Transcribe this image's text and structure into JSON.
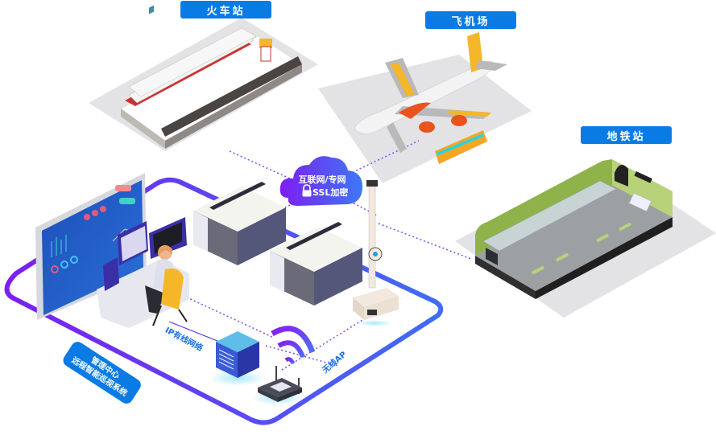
{
  "locations": {
    "train_station": "火车站",
    "airport": "飞机场",
    "metro_station": "地铁站"
  },
  "cloud": {
    "line1": "互联网/专网",
    "line2": "SSL加密",
    "icon": "lock-icon"
  },
  "links": {
    "wired": "IP有线网络",
    "wireless": "无线AP"
  },
  "management": {
    "line1": "管理中心",
    "line2": "远程智能巡视系统"
  },
  "colors": {
    "label_blue": "#0a7be4",
    "ring_purple": "#6a2bf0",
    "ring_blue": "#4a6cf7",
    "dotted_link": "#7b4fe8",
    "platform_gray": "#e3e3e6",
    "metro_green": "#8fb24a",
    "chair_yellow": "#f5b62a"
  }
}
